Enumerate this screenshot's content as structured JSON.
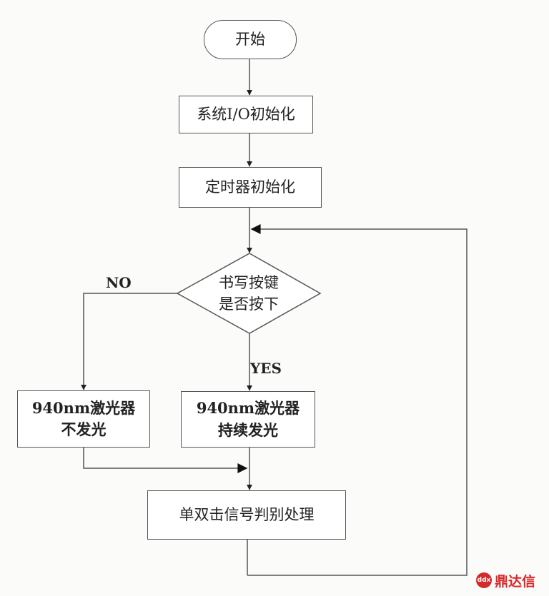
{
  "nodes": {
    "start": "开始",
    "io_init": "系统I/O初始化",
    "timer_init": "定时器初始化",
    "decision": "书写按键\n是否按下",
    "laser_off": "940nm激光器\n不发光",
    "laser_on": "940nm激光器\n持续发光",
    "process": "单双击信号判别处理"
  },
  "edges": {
    "no_label": "NO",
    "yes_label": "YES"
  },
  "watermark": {
    "text": "鼎达信",
    "logo": "ddx"
  },
  "colors": {
    "line": "#555555",
    "watermark": "#d52a2a"
  }
}
